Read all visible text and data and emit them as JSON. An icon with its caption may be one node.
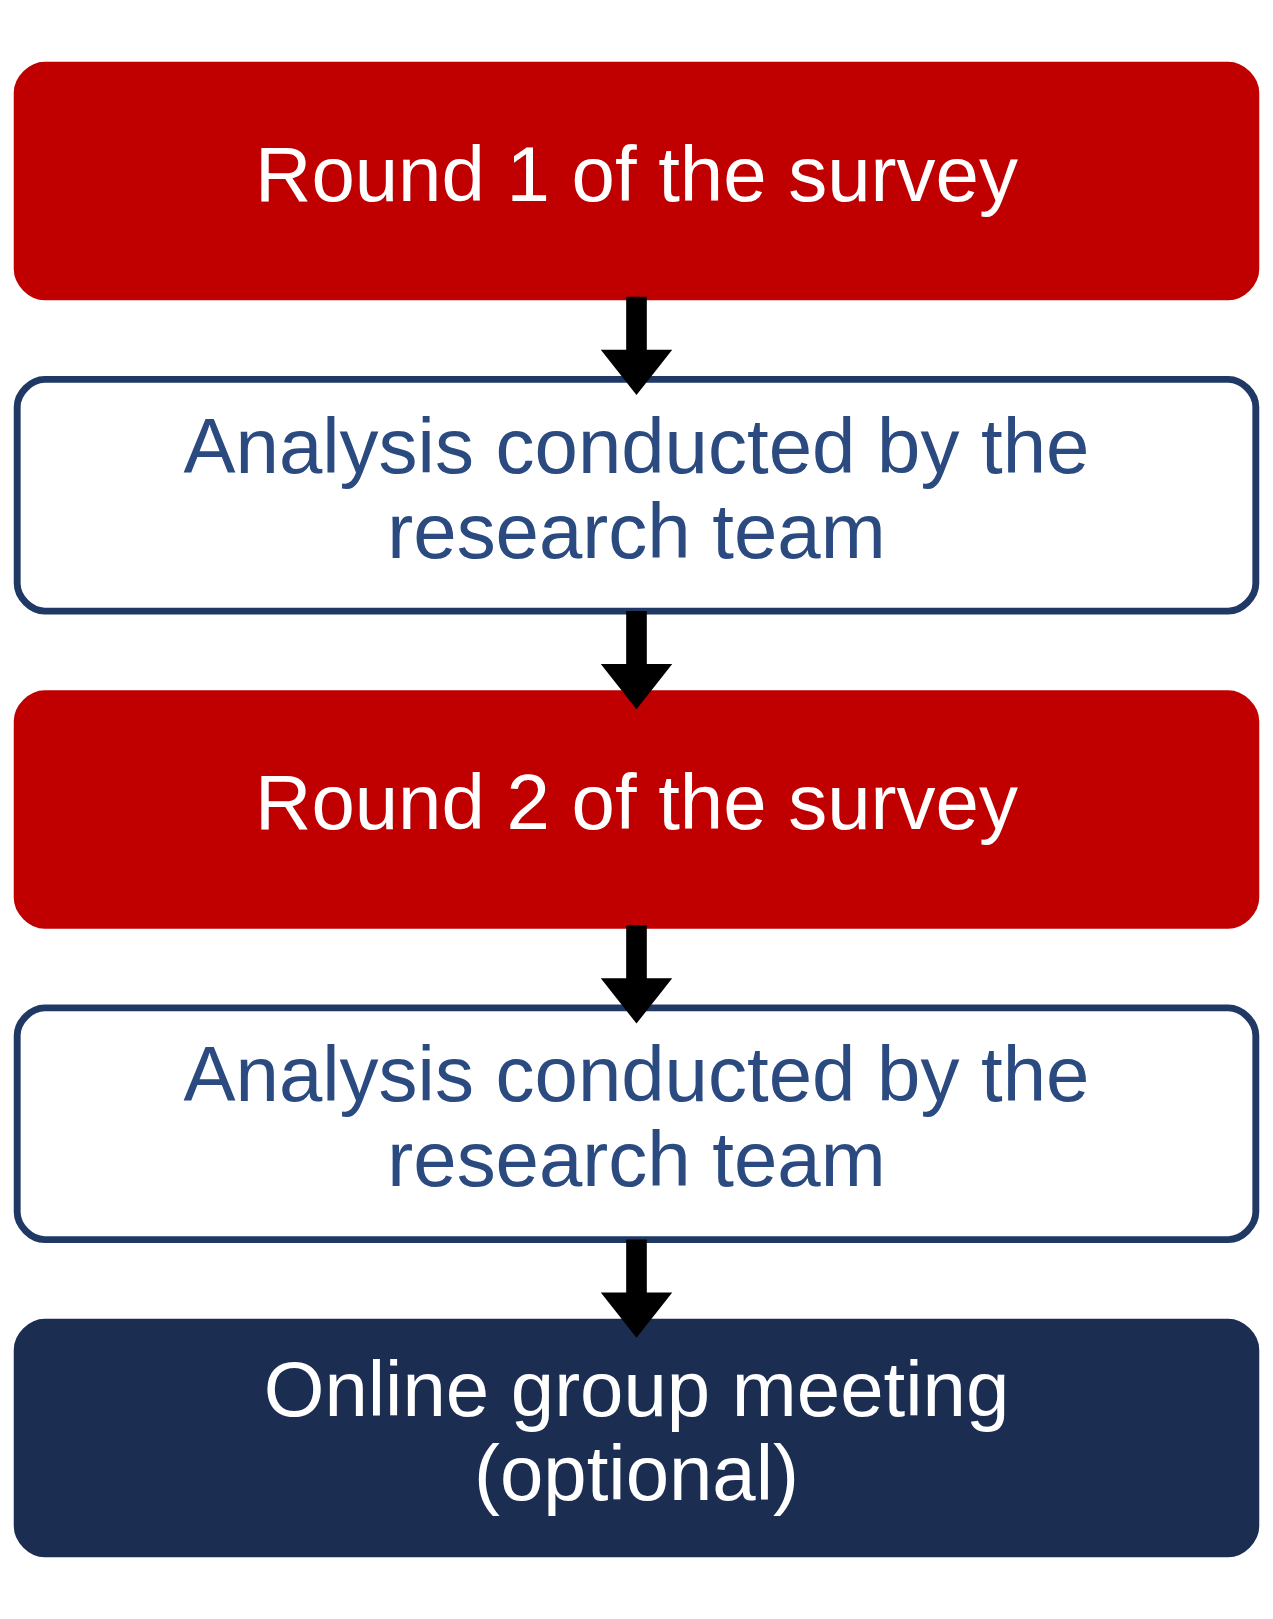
{
  "diagram": {
    "nodes": [
      {
        "text": [
          "Round 1 of the survey"
        ]
      },
      {
        "text": [
          "Analysis conducted by the research team"
        ]
      },
      {
        "text": [
          "Round 2 of the survey"
        ]
      },
      {
        "text": [
          "Analysis conducted by the research team"
        ]
      },
      {
        "text": [
          "Online group meeting (optional)"
        ]
      }
    ],
    "edges": [
      {
        "from": 0,
        "to": 1,
        "arrow": "to"
      },
      {
        "from": 1,
        "to": 2,
        "arrow": "to"
      },
      {
        "from": 2,
        "to": 3,
        "arrow": "to"
      },
      {
        "from": 3,
        "to": 4,
        "arrow": "to"
      }
    ]
  }
}
